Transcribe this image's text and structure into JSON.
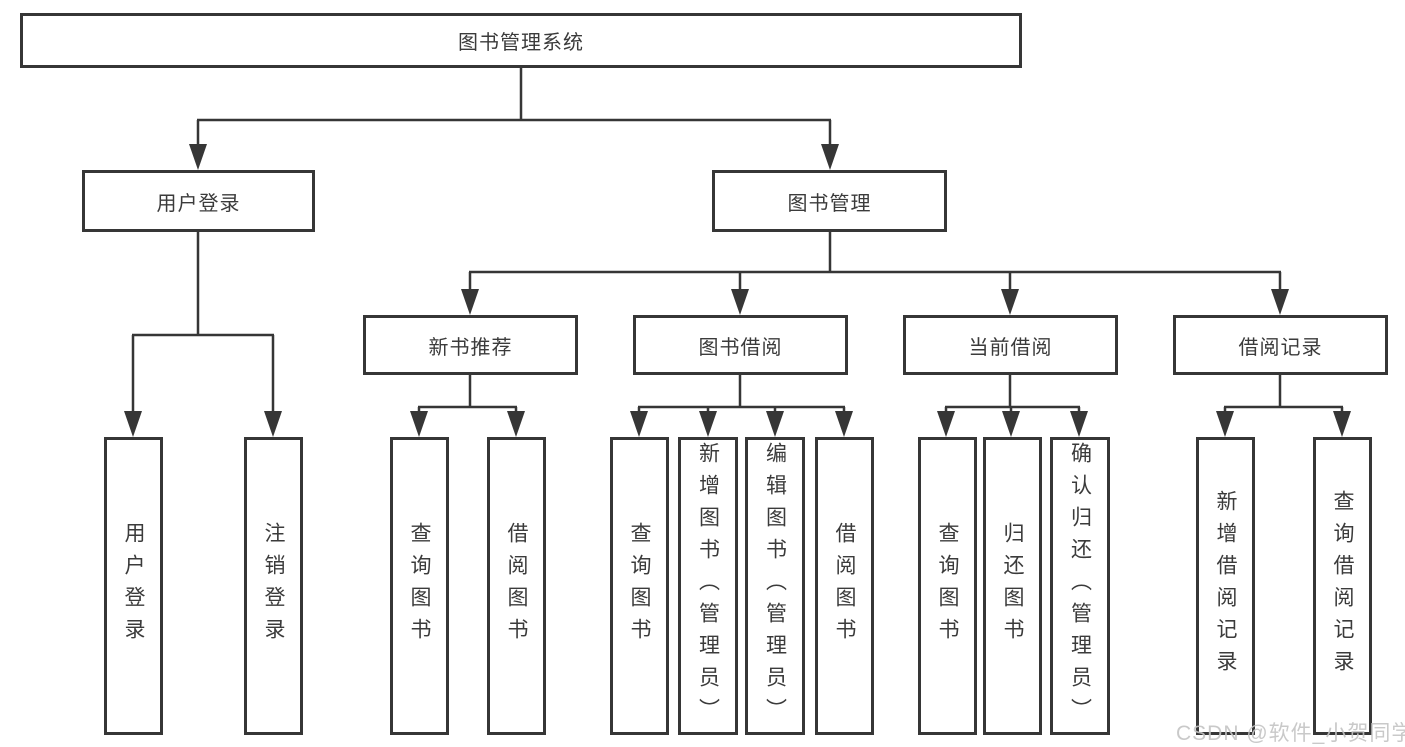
{
  "diagram": {
    "root_label": "图书管理系统",
    "level1": {
      "user_login": "用户登录",
      "book_management": "图书管理"
    },
    "level2": {
      "new_book_recommend": "新书推荐",
      "book_borrowing": "图书借阅",
      "current_borrowing": "当前借阅",
      "borrowing_records": "借阅记录"
    },
    "leaves": {
      "user_login": [
        "用户登录",
        "注销登录"
      ],
      "new_book_recommend": [
        "查询图书",
        "借阅图书"
      ],
      "book_borrowing": [
        "查询图书",
        "新增图书（管理员）",
        "编辑图书（管理员）",
        "借阅图书"
      ],
      "current_borrowing": [
        "查询图书",
        "归还图书",
        "确认归还（管理员）"
      ],
      "borrowing_records": [
        "新增借阅记录",
        "查询借阅记录"
      ]
    }
  },
  "watermark": "CSDN @软件_小贺同学",
  "colors": {
    "line": "#363636",
    "text": "#3b3b3b",
    "watermark": "#c3c3c3"
  }
}
